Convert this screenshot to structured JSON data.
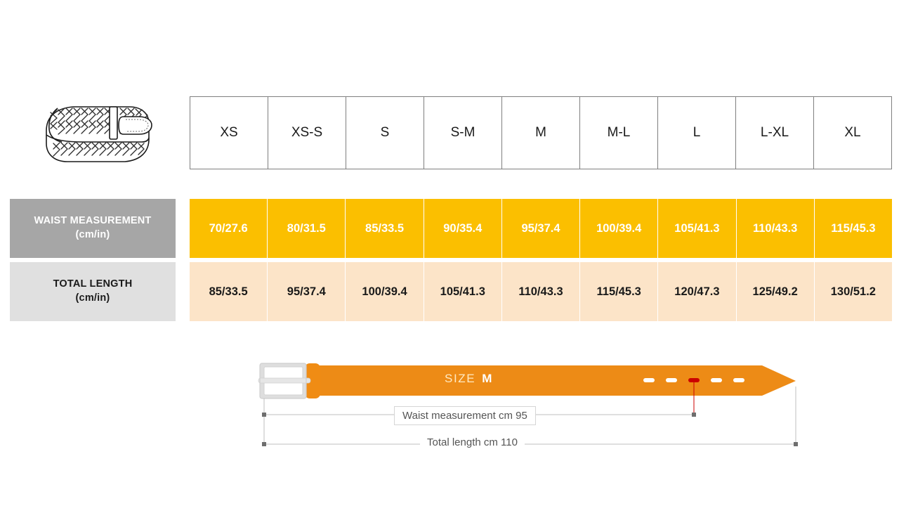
{
  "product": {
    "icon_name": "braided-belt-illustration"
  },
  "table": {
    "size_headers": [
      "XS",
      "XS-S",
      "S",
      "S-M",
      "M",
      "M-L",
      "L",
      "L-XL",
      "XL"
    ],
    "rows": [
      {
        "label_title": "WAIST MEASUREMENT",
        "label_unit": "(cm/in)",
        "values": [
          "70/27.6",
          "80/31.5",
          "85/33.5",
          "90/35.4",
          "95/37.4",
          "100/39.4",
          "105/41.3",
          "110/43.3",
          "115/45.3"
        ]
      },
      {
        "label_title": "TOTAL LENGTH",
        "label_unit": "(cm/in)",
        "values": [
          "85/33.5",
          "95/37.4",
          "100/39.4",
          "105/41.3",
          "110/43.3",
          "115/45.3",
          "120/47.3",
          "125/49.2",
          "130/51.2"
        ]
      }
    ]
  },
  "diagram": {
    "size_word": "SIZE",
    "size_value": "M",
    "waist_dimension": "Waist measurement cm 95",
    "length_dimension": "Total length cm 110",
    "hole_count": 5,
    "active_hole_index": 2,
    "belt_color": "#ED8B16",
    "buckle_color": "#DEDEDE",
    "active_hole_color": "#CC0000"
  },
  "colors": {
    "waist_row_bg": "#FBBF00",
    "waist_label_bg": "#A6A6A6",
    "length_row_bg": "#FCE4C8",
    "length_label_bg": "#E0E0E0",
    "header_border": "#7F7F7F"
  }
}
